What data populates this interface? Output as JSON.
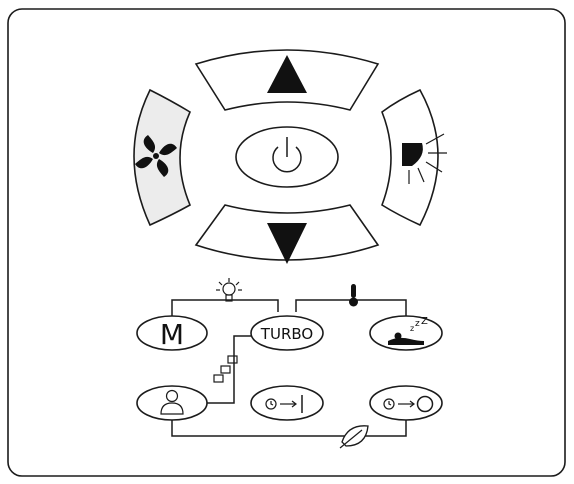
{
  "remote": {
    "mode_button": {
      "label": "M",
      "icon": "mode-letter"
    },
    "turbo_button": {
      "label": "TURBO"
    },
    "up_button": {
      "icon": "triangle-up-icon"
    },
    "down_button": {
      "icon": "triangle-down-icon"
    },
    "power_button": {
      "icon": "power-icon"
    },
    "fan_button": {
      "icon": "fan-icon"
    },
    "swing_button": {
      "icon": "swing-louver-icon"
    },
    "sleep_button": {
      "icon": "sleep-icon"
    },
    "follow_me_button": {
      "icon": "person-icon"
    },
    "timer_on_button": {
      "icon": "timer-on-icon"
    },
    "timer_off_button": {
      "icon": "timer-off-icon"
    },
    "combo_indicators": [
      "light-bulb-icon",
      "thermometer-icon",
      "network-icon",
      "leaf-icon"
    ],
    "colors": {
      "ink": "#1b1b1b",
      "shade": "#ececec",
      "background": "#ffffff"
    }
  }
}
